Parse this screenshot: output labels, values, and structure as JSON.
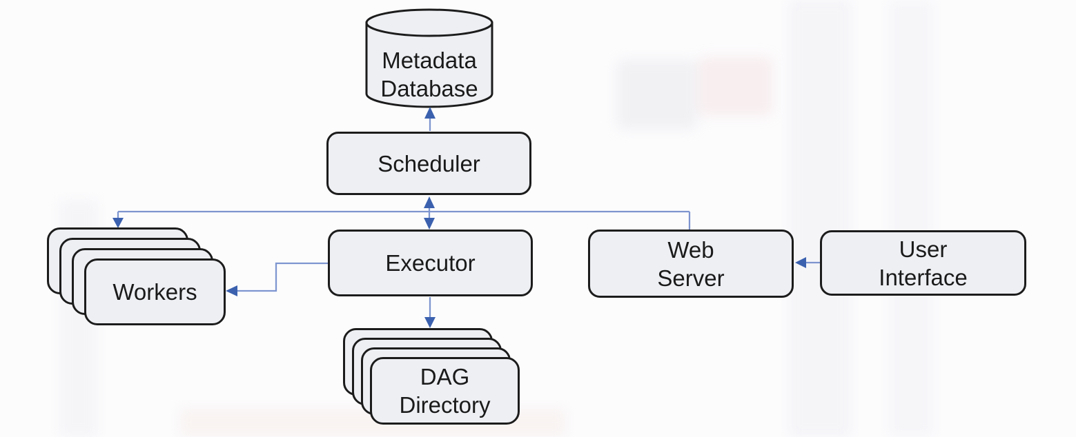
{
  "diagram_type": "architecture-flow-diagram",
  "nodes": {
    "metadata_database": {
      "shape": "cylinder",
      "lines": [
        "Metadata",
        "Database"
      ]
    },
    "scheduler": {
      "shape": "rounded-rectangle",
      "label": "Scheduler"
    },
    "workers": {
      "shape": "stacked-rounded-rectangles",
      "label": "Workers",
      "stack_count": 4
    },
    "executor": {
      "shape": "rounded-rectangle",
      "label": "Executor"
    },
    "dag_directory": {
      "shape": "stacked-rounded-rectangles",
      "lines": [
        "DAG",
        "Directory"
      ],
      "stack_count": 4
    },
    "web_server": {
      "shape": "rounded-rectangle",
      "lines": [
        "Web",
        "Server"
      ]
    },
    "user_interface": {
      "shape": "rounded-rectangle",
      "lines": [
        "User",
        "Interface"
      ]
    }
  },
  "edges": [
    {
      "from": "Scheduler",
      "to": "Metadata Database",
      "arrow": "single",
      "points_to": "Metadata Database"
    },
    {
      "from": "Scheduler",
      "to": "Executor",
      "arrow": "double",
      "points_to": "both"
    },
    {
      "from": "Scheduler",
      "to": "Workers",
      "arrow": "single",
      "points_to": "Workers"
    },
    {
      "from": "Scheduler",
      "to": "Web Server",
      "arrow": "none",
      "points_to": "Web Server"
    },
    {
      "from": "Executor",
      "to": "Workers",
      "arrow": "single",
      "points_to": "Workers"
    },
    {
      "from": "Executor",
      "to": "DAG Directory",
      "arrow": "single",
      "points_to": "DAG Directory"
    },
    {
      "from": "User Interface",
      "to": "Web Server",
      "arrow": "single",
      "points_to": "Web Server"
    }
  ],
  "colors": {
    "node_fill": "#edeff3",
    "node_border": "#1c1c1c",
    "line_color": "#7d95cf",
    "arrow_color": "#3b61ae",
    "text_color": "#1a1a1a",
    "bg_color": "#fcfcfd"
  }
}
